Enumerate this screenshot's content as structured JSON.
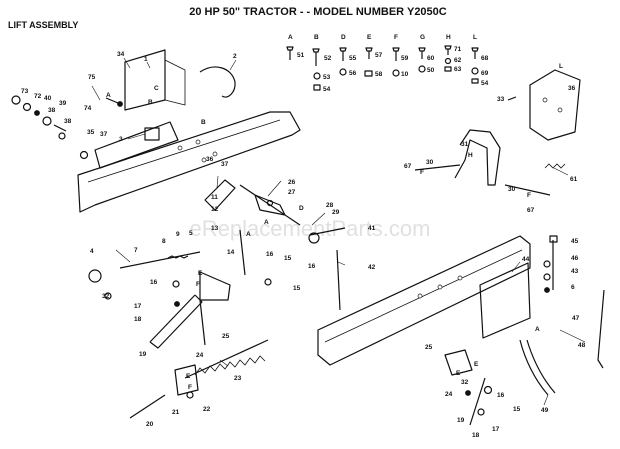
{
  "title": "20 HP 50\" TRACTOR - - MODEL NUMBER Y2050C",
  "subtitle": "LIFT ASSEMBLY",
  "watermark": "eReplacementParts.com",
  "hardware_columns": [
    {
      "letter": "A",
      "parts": [
        "51"
      ]
    },
    {
      "letter": "B",
      "parts": [
        "52",
        "53",
        "54"
      ]
    },
    {
      "letter": "D",
      "parts": [
        "55",
        "56"
      ]
    },
    {
      "letter": "E",
      "parts": [
        "57",
        "58"
      ]
    },
    {
      "letter": "F",
      "parts": [
        "59",
        "10"
      ]
    },
    {
      "letter": "G",
      "parts": [
        "60",
        "50"
      ]
    },
    {
      "letter": "H",
      "parts": [
        "71",
        "62",
        "63"
      ]
    },
    {
      "letter": "L",
      "parts": [
        "68",
        "69",
        "54"
      ]
    }
  ],
  "callouts": {
    "c1": "1",
    "c2": "2",
    "c34": "34",
    "c75": "75",
    "c74": "74",
    "c73": "73",
    "c72": "72",
    "c40": "40",
    "c39": "39",
    "c38a": "38",
    "c38b": "38",
    "c35": "35",
    "c37a": "37",
    "c3": "3",
    "c36a": "36",
    "c37b": "37",
    "c11": "11",
    "c12": "12",
    "c13": "13",
    "c26": "26",
    "c27": "27",
    "c28": "28",
    "c29": "29",
    "c41": "41",
    "c14": "14",
    "c15a": "15",
    "c16a": "16",
    "c16b": "16",
    "c42": "42",
    "c15b": "15",
    "c4": "4",
    "c7": "7",
    "c8": "8",
    "c9": "9",
    "c5": "5",
    "c32a": "32",
    "c17a": "17",
    "c16c": "16",
    "c18a": "18",
    "c19a": "19",
    "c24a": "24",
    "c25a": "25",
    "c23": "23",
    "c21": "21",
    "c22": "22",
    "c20": "20",
    "c36b": "36",
    "c30a": "30",
    "c67a": "67",
    "c31": "31",
    "c30b": "30",
    "c67b": "67",
    "c61": "61",
    "c33": "33",
    "c45": "45",
    "c46": "46",
    "c43": "43",
    "c6": "6",
    "c44": "44",
    "c47": "47",
    "c48": "48",
    "c25b": "25",
    "c24b": "24",
    "c32b": "32",
    "c16d": "16",
    "c15c": "15",
    "c19b": "19",
    "c18b": "18",
    "c17b": "17",
    "c49": "49"
  },
  "letters": {
    "A1": "A",
    "B1": "B",
    "B2": "B",
    "C1": "C",
    "D1": "D",
    "A2": "A",
    "A3": "A",
    "E1": "E",
    "F1": "F",
    "E2": "E",
    "F2": "F",
    "H1": "H",
    "F3": "F",
    "F4": "F",
    "L1": "L",
    "A4": "A",
    "E3": "E",
    "E4": "E"
  }
}
